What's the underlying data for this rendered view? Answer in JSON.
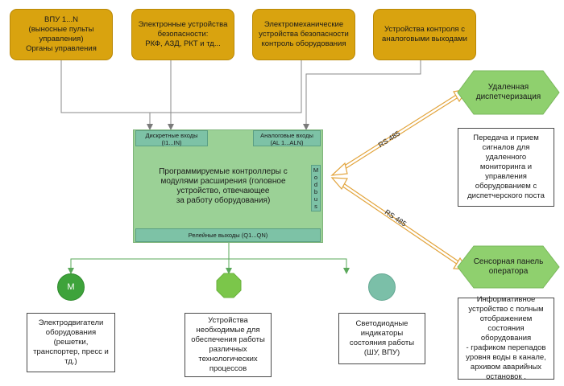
{
  "top_boxes": {
    "vpu": [
      "ВПУ 1...N",
      "(выносные пульты",
      "управления)",
      "Органы управления"
    ],
    "electronic": [
      "Электронные устройства",
      "безопасности:",
      "РКФ, АЗД, РКТ и тд..."
    ],
    "electromech": [
      "Электромеханические",
      "устройства безопасности",
      "контроль оборудования"
    ],
    "analog_dev": [
      "Устройства контроля с",
      "аналоговыми выходами"
    ]
  },
  "plc": {
    "discrete_title": "Дискретные входы",
    "discrete_range": "(I1...IN)",
    "analog_title": "Аналоговые входы",
    "analog_range": "(AL 1...ALN)",
    "main": [
      "Программируемые контроллеры с",
      "модулями расширения (головное",
      "устройство, отвечающее",
      "за работу оборудования)"
    ],
    "modbus": [
      "M",
      "o",
      "d",
      "b",
      "u",
      "s"
    ],
    "relay": "Релейные выходы (Q1...QN)"
  },
  "links": {
    "rs485_top": "RS 485",
    "rs485_bottom": "RS 485"
  },
  "right": {
    "dispatch": [
      "Удаленная",
      "диспетчеризация"
    ],
    "dispatch_desc": [
      "Передача и прием",
      "сигналов для  удаленного",
      "мониторинга и",
      "управления",
      "оборудованием с",
      "диспетчерского поста"
    ],
    "panel": [
      "Сенсорная панель",
      "оператора"
    ],
    "panel_desc": [
      "Информативное",
      "устройство с полным",
      "отображением",
      "состояния оборудования",
      "- графиком перепадов",
      "уровня воды в канале,",
      "архивом аварийных",
      "остановок ."
    ]
  },
  "bottom": {
    "motor_symbol": "M",
    "motors": [
      "Электродвигатели",
      "оборудования",
      "(решетки,",
      "транспортер, пресс и",
      "тд.)"
    ],
    "safety": [
      "Устройства",
      "необходимые для",
      "обеспечения работы",
      "различных",
      "технологических",
      "процессов"
    ],
    "led": [
      "Светодиодные",
      "индикаторы",
      "состояния работы",
      "(ШУ, ВПУ)"
    ]
  },
  "colors": {
    "orange": "#d9a30f",
    "plc_green": "#9bd196",
    "strip_green": "#7dc2a6",
    "hex_green": "#8fd06e",
    "motor_green": "#3ea33b",
    "octagon_green": "#7bc64a",
    "led_teal": "#7bbfa8",
    "arrow_orange": "#e2a43c",
    "line_gray": "#8a8a8a"
  }
}
